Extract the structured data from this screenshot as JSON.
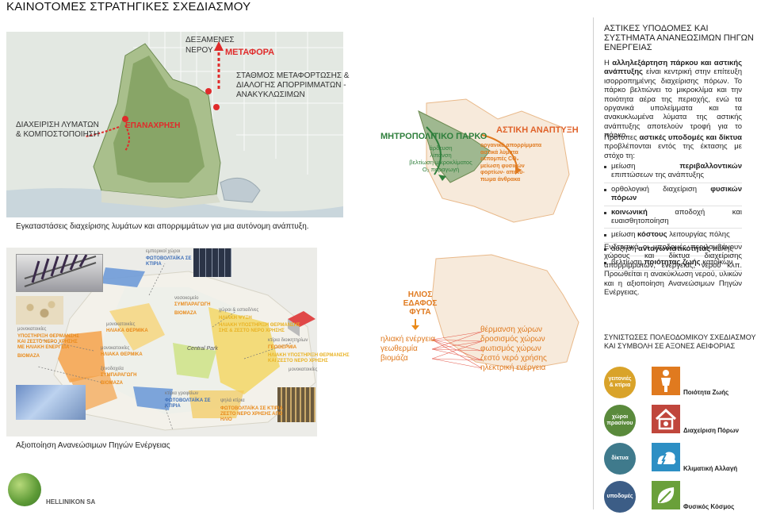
{
  "page": {
    "title": "ΚΑΙΝΟΤΟΜΕΣ ΣΤΡΑΤΗΓΙΚΕΣ ΣΧΕΔΙΑΣΜΟΥ",
    "logo_text": "HELLINIKON SA"
  },
  "map1": {
    "label_tanks": "ΔΕΞΑΜΕΝΕΣ\nΝΕΡΟΥ",
    "label_transport": "ΜΕΤΑΦΟΡΑ",
    "label_station": "ΣΤΑΘΜΟΣ ΜΕΤΑΦΟΡΤΩΣΗΣ &\nΔΙΑΛΟΓΗΣ ΑΠΟΡΡΙΜΜΑΤΩΝ -\nΑΝΑΚΥΚΛΩΣΙΜΩΝ",
    "label_sewage": "ΔΙΑΧΕΙΡΙΣΗ ΛΥΜΑΤΩΝ\n& ΚΟΜΠΟΣΤΟΠΟΙΗΣΗ",
    "label_reuse": "ΕΠΑΝΑΧΡΗΣΗ",
    "caption": "Εγκαταστάσεις διαχείρισης λυμάτων και απορριμμάτων για μια αυτόνομη ανάπτυξη."
  },
  "map2": {
    "commercial": "εμπορικοί χώροι",
    "pv_buildings": "ΦΩΤΟΒΟΛΤΑΪΚΑ ΣΕ\nΚΤΙΡΙΑ",
    "hospital": "νοσοκομείο",
    "cogeneration": "ΣΥΜΠΑΡΑΓΩΓΗ",
    "biomass": "ΒΙΟΜΑΖΑ",
    "sports": "χώροι & εστιαδ/νες",
    "solar_cooling": "ΗΛΙΑΚΗ ΨΥΞΗ",
    "solar_support": "ΗΛΙΑΚΗ ΥΠΟΣΤΗΡΙΞΗ ΘΕΡΜΑΝΣΗΣ\nΣΗΣ & ΖΕΣΤΟ ΝΕΡΟ ΧΡΗΣΗΣ",
    "homes": "μονοκατοικίες",
    "solar_heat_support": "ΥΠΟΣΤΗΡΙΞΗ ΘΕΡΜΑΝΣΗΣ\nΚΑΙ ΖΕΣΤΟ ΝΕΡΟ ΧΡΗΣΗΣ\nΜΕ ΗΛΙΑΚΗ ΕΝΕΡΓΕΙΑ",
    "biomass2": "ΒΙΟΜΑΖΑ",
    "apartments": "μονοκατοικίες",
    "solar_thermal": "ΗΛΙΑΚΑ ΘΕΡΜΙΚΑ",
    "apartments2": "μονοκατοικίες",
    "solar_thermal2": "ΗΛΙΑΚΑ ΘΕΡΜΙΚΑ",
    "central_park": "Central Park",
    "offices": "κτίρια διοικητηρίων",
    "geothermal": "ΓΕΩΘΕΡΜΙΑ",
    "solar_heat2": "ΗΛΙΑΚΗ ΥΠΟΣΤΗΡΙΞΗ ΘΕΡΜΑΝΣΗΣ\nΚΑΙ ΖΕΣΤΟ ΝΕΡΟ ΧΡΗΣΗΣ",
    "homes3": "μονοκατοικίες",
    "hotels": "ξενοδοχεία",
    "cogeneration2": "ΣΥΜΠΑΡΑΓΩΓΗ",
    "biomass3": "ΒΙΟΜΑΖΑ",
    "office_buildings": "κτίρια γραφείων",
    "pv_buildings2": "ΦΩΤΟΒΟΛΤΑΪΚΑ ΣΕ\nΚΤΙΡΙΑ",
    "tall_buildings": "ψηλά κτίρια",
    "pv_hot_water": "ΦΩΤΟΒΟΛΤΑΪΚΑ ΣΕ ΚΤΙΡΙΑ\nΖΕΣΤΟ ΝΕΡΟ ΧΡΗΣΗΣ ΑΠΟ\nΗΛΙΟ",
    "caption": "Αξιοποίηση Ανανεώσιμων Πηγών Ενέργειας"
  },
  "park_diagram": {
    "left_title": "ΜΗΤΡΟΠΟΛΙΤΙΚΟ ΠΑΡΚΟ",
    "right_title": "ΑΣΤΙΚΗ ΑΝΑΠΤΥΞΗ",
    "left_items": [
      "άρδευση",
      "λίπανση",
      "βελτίωση μικροκλίματος",
      "O₂ παραγωγή"
    ],
    "right_items": [
      "οργανικά απορρίμματα",
      "αστικά λύματα",
      "εκπομπές CO₂",
      "μείωση φυσικών",
      "φορτίων- αποτύ-",
      "πωμα άνθρακα"
    ]
  },
  "energy_diagram": {
    "sources": [
      "ΗΛΙΟΣ",
      "ΕΔΑΦΟΣ",
      "ΦΥΤΑ"
    ],
    "left": [
      "ηλιακή ενέργεια",
      "γεωθερμία",
      "βιομάζα"
    ],
    "right": [
      "θέρμανση χώρων",
      "δροσισμός χώρων",
      "φωτισμός χώρων",
      "ζεστό νερό χρήσης",
      "ηλεκτρική ενέργεια"
    ]
  },
  "sidebar": {
    "heading": "ΑΣΤΙΚΕΣ ΥΠΟΔΟΜΕΣ ΚΑΙ\nΣΥΣΤΗΜΑΤΑ ΑΝΑΝΕΩΣΙΜΩΝ ΠΗΓΩΝ\nΕΝΕΡΓΕΙΑΣ",
    "p1_a": "Η ",
    "p1_b": "αλληλεξάρτηση πάρκου και αστικής ανάπτυξης",
    "p1_c": " είναι κεντρική στην επίτευξη ισορροπημένης διαχείρισης πόρων. Το πάρκο βελτιώνει το μικροκλίμα και την ποιότητα αέρα της περιοχής, ενώ τα οργανικά υπολείμματα και τα ανακυκλωμένα λύματα της αστικής ανάπτυξης αποτελούν τροφή για το πάρκο.",
    "p2_a": "Πρότυπες ",
    "p2_b": "αστικές υποδομές και δίκτυα",
    "p2_c": " προβλέπονται εντός της έκτασης με στόχο τη:",
    "bullets": [
      {
        "pre": "μείωση ",
        "bold": "περιβαλλοντικών",
        "post": " επιπτώσεων της ανάπτυξης"
      },
      {
        "pre": "ορθολογική διαχείριση ",
        "bold": "φυσικών πόρων",
        "post": ""
      },
      {
        "pre": "",
        "bold": "κοινωνική",
        "post": " αποδοχή και ευαισθητοποίηση"
      },
      {
        "pre": "μείωση ",
        "bold": "κόστους",
        "post": " λειτουργίας πόλης"
      },
      {
        "pre": "αύξηση ",
        "bold": "ανταγωνιστικότητας",
        "post": " πόλης"
      },
      {
        "pre": "βελτίωση ",
        "bold": "ποιότητας ζωής",
        "post": " κατοίκων"
      }
    ],
    "p3": "Ενδεικτικά οι υποδομές περιλαμβάνουν χώρους και δίκτυα διαχείρισης απορριμμάτων, ενέργειας, νερού κλπ. Προωθείται η ανακύκλωση νερού, υλικών και η αξιοποίηση Ανανεώσιμων Πηγών Ενέργειας.",
    "sub_heading": "ΣΥΝΙΣΤΩΣΕΣ ΠΟΛΕΟΔΟΜΙΚΟΥ ΣΧΕΔΙΑΣΜΟΥ\nΚΑΙ ΣΥΜΒΟΛΗ ΣΕ ΑΞΟΝΕΣ ΑΕΙΦΟΡΙΑΣ",
    "components": [
      {
        "circle": "γειτονιές\n& κτίρια",
        "color": "#d9a32a",
        "icon": "person-icon",
        "icon_color": "#e07a1f",
        "label": "Ποιότητα Ζωής"
      },
      {
        "circle": "χώροι\nπρασίνου",
        "color": "#5a8a3c",
        "icon": "house-icon",
        "icon_color": "#c0463c",
        "label": "Διαχείριση Πόρων"
      },
      {
        "circle": "δίκτυα",
        "color": "#3f7a8c",
        "icon": "climate-icon",
        "icon_color": "#2d8fc4",
        "label": "Κλιματική Αλλαγή"
      },
      {
        "circle": "υποδομές",
        "color": "#3c5d86",
        "icon": "leaf-icon",
        "icon_color": "#6aa03a",
        "label": "Φυσικός Κόσμος"
      }
    ]
  }
}
